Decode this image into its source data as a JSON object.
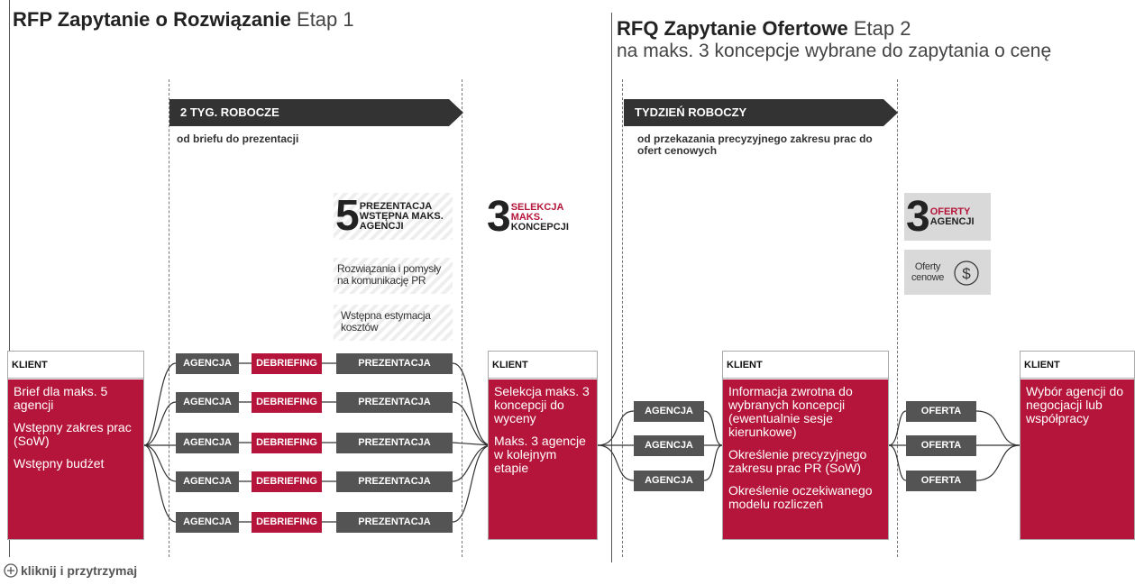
{
  "stage1": {
    "title_bold": "RFP Zapytanie o Rozwiązanie",
    "title_light": "Etap 1",
    "banner": "2 TYG. ROBOCZE",
    "desc": "od briefu do prezentacji",
    "stat_prezentacja": {
      "number": "5",
      "line1": "PREZENTACJA",
      "line2": "WSTĘPNA MAKS.",
      "line3": "AGENCJI"
    },
    "note1": "Rozwiązania i pomysły na komunikację PR",
    "note2": "Wstępna estymacja kosztów",
    "stat_selekcja": {
      "number": "3",
      "line1": "SELEKCJA",
      "line2": "MAKS.",
      "line3": "KONCEPCJI"
    }
  },
  "stage2": {
    "title_bold": "RFQ Zapytanie Ofertowe",
    "title_light": "Etap 2",
    "subtitle": "na maks. 3 koncepcje wybrane do zapytania o cenę",
    "banner": "TYDZIEŃ ROBOCZY",
    "desc": "od przekazania precyzyjnego zakresu prac do ofert cenowych",
    "stat_oferty": {
      "number": "3",
      "line1": "OFERTY",
      "line2": "AGENCJI"
    },
    "oferty_cenowe": "Oferty cenowe",
    "dollar_icon": "dollar-circle-icon"
  },
  "client_label": "KLIENT",
  "client1": [
    "Brief dla maks. 5 agencji",
    "Wstępny zakres prac (SoW)",
    "Wstępny budżet"
  ],
  "client2": [
    "Selekcja maks. 3 koncepcji do wyceny",
    "Maks. 3 agencje w kolejnym etapie"
  ],
  "client3": [
    "Informacja zwrotna do wybranych koncepcji (ewentualnie sesje kierunkowe)",
    "Określenie precyzyjnego zakresu prac PR (SoW)",
    "Określenie oczekiwanego modelu rozliczeń"
  ],
  "client4": [
    "Wybór agencji do negocjacji lub współpracy"
  ],
  "pills": {
    "agencja": "AGENCJA",
    "debriefing": "DEBRIEFING",
    "prezentacja": "PREZENTACJA",
    "oferta": "OFERTA"
  },
  "footer": "kliknij i przytrzymaj",
  "colors": {
    "accent": "#b5153a",
    "dark": "#333333",
    "pill_gray": "#545454",
    "box_gray": "#d9d9d9"
  }
}
